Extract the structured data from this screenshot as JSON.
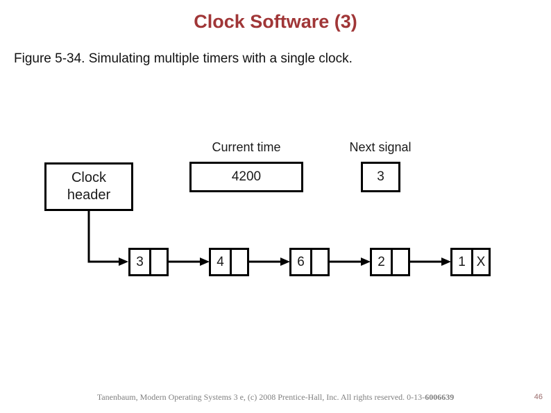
{
  "slide": {
    "title": "Clock Software (3)",
    "caption": "Figure 5-34. Simulating multiple timers with a single clock.",
    "page_number": "46"
  },
  "diagram": {
    "clock_header_label": "Clock header",
    "current_time_label": "Current time",
    "current_time_value": "4200",
    "next_signal_label": "Next signal",
    "next_signal_value": "3",
    "nodes": [
      {
        "value": "3",
        "pointer": ""
      },
      {
        "value": "4",
        "pointer": ""
      },
      {
        "value": "6",
        "pointer": ""
      },
      {
        "value": "2",
        "pointer": ""
      },
      {
        "value": "1",
        "pointer": "X"
      }
    ]
  },
  "footer": {
    "attribution_prefix": "Tanenbaum, Modern Operating Systems 3 e, (c) 2008 Prentice-Hall, Inc. All rights reserved. 0-13-",
    "isbn_bold": "6006639"
  },
  "colors": {
    "title": "#a03637",
    "footer_text": "#7f7f7f",
    "page_number": "#996b6b",
    "diagram_line": "#000000"
  }
}
